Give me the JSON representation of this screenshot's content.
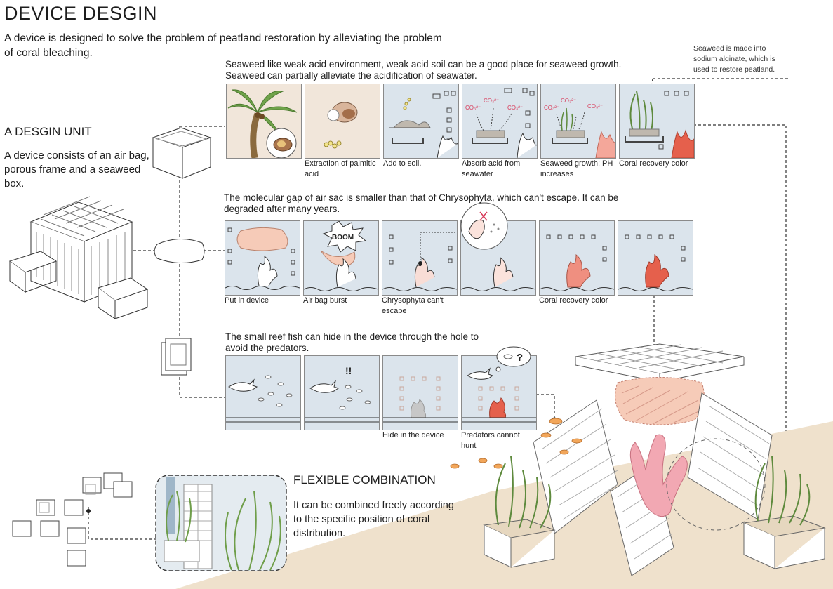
{
  "header": {
    "title": "DEVICE DESGIN",
    "intro": "A device is designed to solve the problem of peatland restoration by alleviating the problem of coral bleaching."
  },
  "unit": {
    "heading": "A DESGIN UNIT",
    "description": "A device consists of an air bag, a porous frame and a seaweed box."
  },
  "seaweed_note": "Seaweed is made into sodium alginate, which is used to restore peatland.",
  "row1": {
    "caption_line1": "Seaweed like weak acid environment, weak acid soil can be a good place for seaweed growth.",
    "caption_line2": "Seaweed can partially alleviate the acidification of seawater.",
    "labels": [
      "",
      "Extraction of palmitic acid",
      "Add to soil.",
      "Absorb acid from seawater",
      "Seaweed growth; PH increases",
      "Coral recovery color"
    ],
    "chem_label": "CO₃²⁻"
  },
  "row2": {
    "caption_line1": "The molecular gap of air sac is smaller than that of Chrysophyta, which can't escape. It can be",
    "caption_line2": "degraded after many years.",
    "labels": [
      "Put in device",
      "Air bag burst",
      "Chrysophyta can't escape",
      "",
      "Coral recovery color",
      ""
    ],
    "boom": "BOOM"
  },
  "row3": {
    "caption_line1": "The small reef fish can hide in the device through the hole to",
    "caption_line2": "avoid the predators.",
    "labels": [
      "",
      "",
      "Hide in the device",
      "Predators cannot hunt"
    ],
    "exclaim": "!!",
    "question": "?"
  },
  "flexible": {
    "heading": "FLEXIBLE COMBINATION",
    "description": "It can be combined freely according to the specific position of coral distribution."
  },
  "colors": {
    "panel_blue": "#dbe4ec",
    "panel_beige": "#f1e6da",
    "coral_pale": "#f4c7c0",
    "coral_mid": "#ef8f80",
    "coral_bright": "#e5604c",
    "airbag": "#f6cbb8",
    "seaweed": "#7ea55a",
    "sand": "#efe1cc",
    "fish": "#f2a65a",
    "chem": "#d83b5a"
  }
}
